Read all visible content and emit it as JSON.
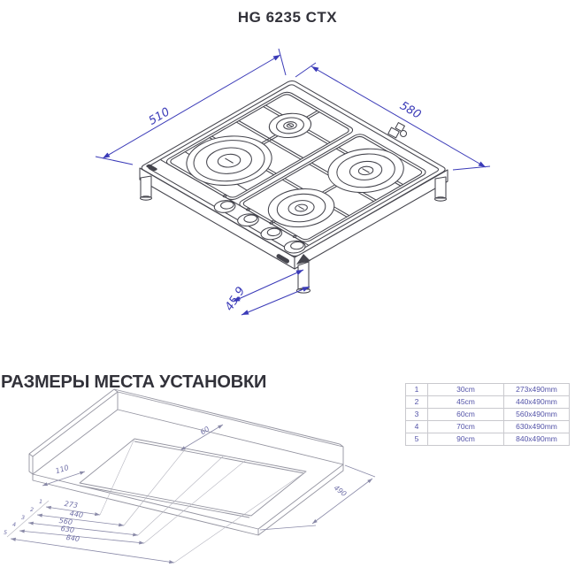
{
  "page": {
    "title": "HG 6235 CTX"
  },
  "hob": {
    "dim_left": "510",
    "dim_right": "580",
    "dim_height": "45,9"
  },
  "installation": {
    "heading": "РАЗМЕРЫ МЕСТА УСТАНОВКИ",
    "table": {
      "rows": [
        {
          "num": "1",
          "width_cm": "30cm",
          "cutout_mm": "273x490mm"
        },
        {
          "num": "2",
          "width_cm": "45cm",
          "cutout_mm": "440x490mm"
        },
        {
          "num": "3",
          "width_cm": "60cm",
          "cutout_mm": "560x490mm"
        },
        {
          "num": "4",
          "width_cm": "70cm",
          "cutout_mm": "630x490mm"
        },
        {
          "num": "5",
          "width_cm": "90cm",
          "cutout_mm": "840x490mm"
        }
      ]
    },
    "drawing": {
      "back_offset": "60",
      "left_offset": "110",
      "depth": "490",
      "widths": [
        {
          "index": "1",
          "value": "273"
        },
        {
          "index": "2",
          "value": "440"
        },
        {
          "index": "3",
          "value": "560"
        },
        {
          "index": "4",
          "value": "630"
        },
        {
          "index": "5",
          "value": "840"
        }
      ]
    }
  },
  "colors": {
    "drawing_line": "#45454d",
    "dimension_blue": "#3b3bb8",
    "counter_line": "#9494a0",
    "dimension_purple": "#7070a8",
    "table_text": "#5353a8",
    "table_border": "#c9c9ce",
    "heading_text": "#32323a"
  }
}
